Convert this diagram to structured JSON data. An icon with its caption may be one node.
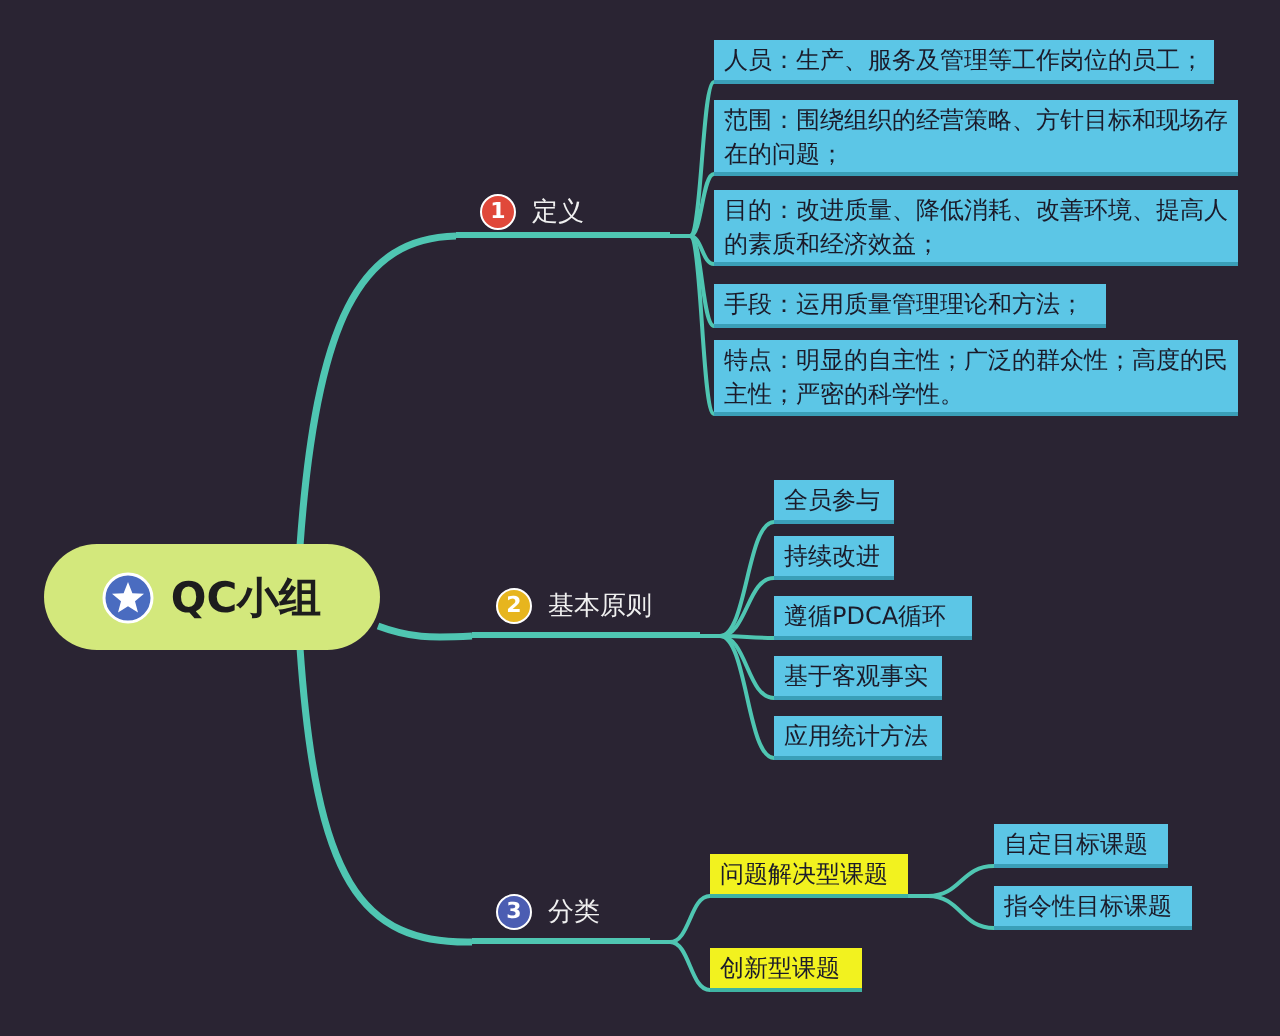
{
  "diagram": {
    "nodes": [
      {
        "text": [
          "QC小组"
        ]
      },
      {
        "text": [
          "1",
          "定义"
        ]
      },
      {
        "text": [
          "人员：生产、服务及管理等工作岗位的员工；"
        ]
      },
      {
        "text": [
          "范围：围绕组织的经营策略、方针目标和现场存在的问题；"
        ]
      },
      {
        "text": [
          "目的：改进质量、降低消耗、改善环境、提高人的素质和经济效益；"
        ]
      },
      {
        "text": [
          "手段：运用质量管理理论和方法；"
        ]
      },
      {
        "text": [
          "特点：明显的自主性；广泛的群众性；高度的民主性；严密的科学性。"
        ]
      },
      {
        "text": [
          "2",
          "基本原则"
        ]
      },
      {
        "text": [
          "全员参与"
        ]
      },
      {
        "text": [
          "持续改进"
        ]
      },
      {
        "text": [
          "遵循PDCA循环"
        ]
      },
      {
        "text": [
          "基于客观事实"
        ]
      },
      {
        "text": [
          "应用统计方法"
        ]
      },
      {
        "text": [
          "3",
          "分类"
        ]
      },
      {
        "text": [
          "问题解决型课题"
        ]
      },
      {
        "text": [
          "自定目标课题"
        ]
      },
      {
        "text": [
          "指令性目标课题"
        ]
      },
      {
        "text": [
          "创新型课题"
        ]
      }
    ],
    "edges": [
      {
        "from": 0,
        "to": 1,
        "arrow": "none"
      },
      {
        "from": 1,
        "to": 2,
        "arrow": "none"
      },
      {
        "from": 1,
        "to": 3,
        "arrow": "none"
      },
      {
        "from": 1,
        "to": 4,
        "arrow": "none"
      },
      {
        "from": 1,
        "to": 5,
        "arrow": "none"
      },
      {
        "from": 1,
        "to": 6,
        "arrow": "none"
      },
      {
        "from": 0,
        "to": 7,
        "arrow": "none"
      },
      {
        "from": 7,
        "to": 8,
        "arrow": "none"
      },
      {
        "from": 7,
        "to": 9,
        "arrow": "none"
      },
      {
        "from": 7,
        "to": 10,
        "arrow": "none"
      },
      {
        "from": 7,
        "to": 11,
        "arrow": "none"
      },
      {
        "from": 7,
        "to": 12,
        "arrow": "none"
      },
      {
        "from": 0,
        "to": 13,
        "arrow": "none"
      },
      {
        "from": 13,
        "to": 14,
        "arrow": "none"
      },
      {
        "from": 14,
        "to": 15,
        "arrow": "none"
      },
      {
        "from": 14,
        "to": 16,
        "arrow": "none"
      },
      {
        "from": 13,
        "to": 17,
        "arrow": "none"
      }
    ]
  }
}
